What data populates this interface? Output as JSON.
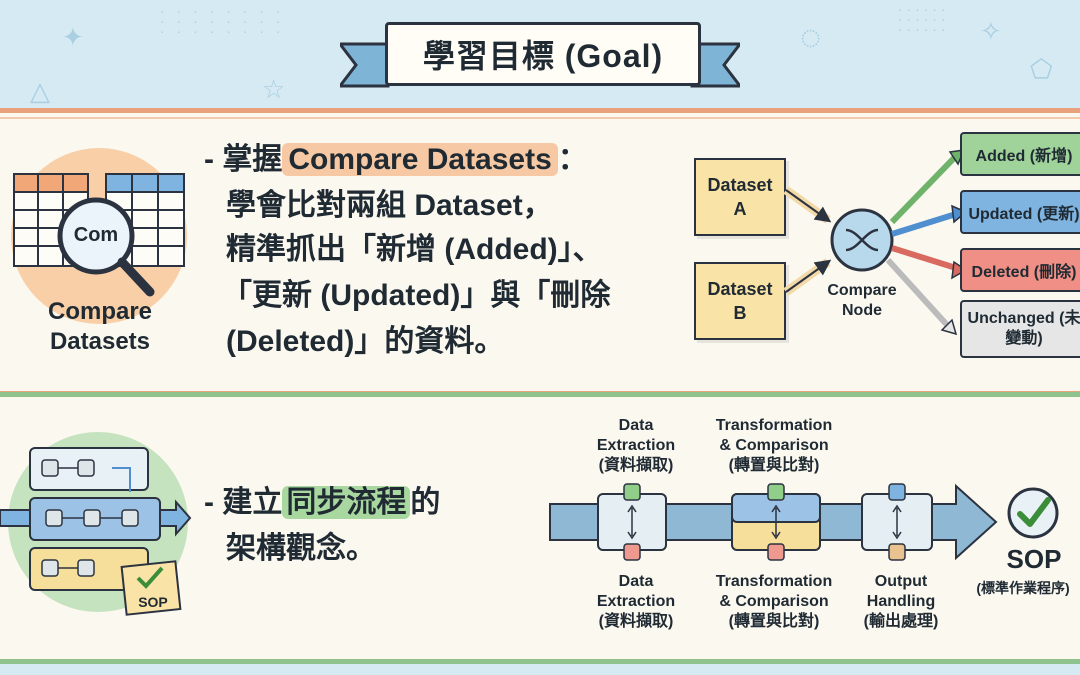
{
  "banner": {
    "title": "學習目標 (Goal)"
  },
  "goal1": {
    "icon_label_lines": [
      "Compare",
      "Datasets"
    ],
    "magnifier_text": "Com",
    "bullet_dash": "-",
    "line1_prefix": "掌握",
    "line1_highlight": "Compare Datasets",
    "line1_suffix": "：",
    "line2": "學會比對兩組 Dataset，",
    "line3": "精準抓出「新增 (Added)」、",
    "line4": "「更新 (Updated)」與「刪除",
    "line5": "(Deleted)」的資料。",
    "dataset_a": "Dataset A",
    "dataset_b": "Dataset B",
    "compare_node_label": "Compare Node",
    "outputs": [
      {
        "label": "Added (新增)",
        "color": "#9fd39a"
      },
      {
        "label": "Updated (更新)",
        "color": "#7fb3e0"
      },
      {
        "label": "Deleted (刪除)",
        "color": "#ef8f85"
      },
      {
        "label": "Unchanged (未變動)",
        "color": "#e6e6e6"
      }
    ]
  },
  "goal2": {
    "bullet_dash": "-",
    "line1_prefix": "建立",
    "line1_highlight": "同步流程",
    "line1_suffix": "的",
    "line2": "架構觀念。",
    "sop_note": "SOP",
    "stages_top": [
      {
        "line1": "Data",
        "line2": "Extraction",
        "line3": "(資料擷取)"
      },
      {
        "line1": "Transformation",
        "line2": "& Comparison",
        "line3": "(轉置與比對)"
      }
    ],
    "stages_bottom": [
      {
        "line1": "Data",
        "line2": "Extraction",
        "line3": "(資料擷取)"
      },
      {
        "line1": "Transformation",
        "line2": "& Comparison",
        "line3": "(轉置與比對)"
      },
      {
        "line1": "Output",
        "line2": "Handling",
        "line3": "(輸出處理)"
      }
    ],
    "sop_title": "SOP",
    "sop_subtitle": "(標準作業程序)"
  }
}
